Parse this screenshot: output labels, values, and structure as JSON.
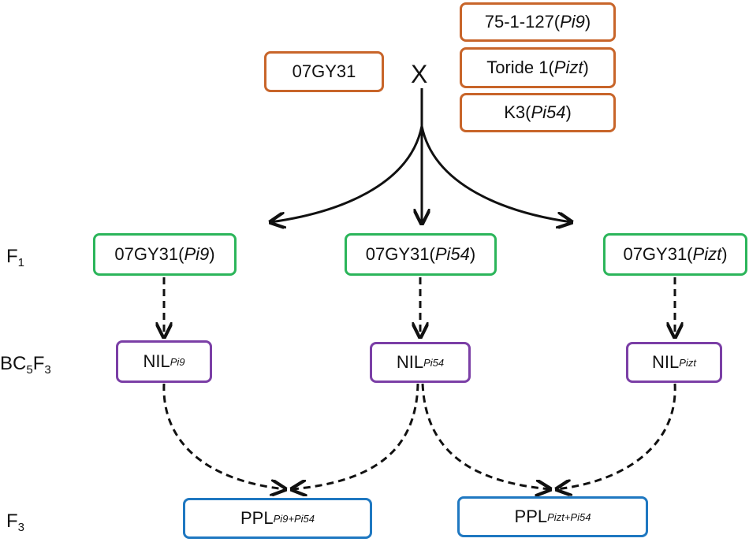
{
  "cross": {
    "recurrent_parent": "07GY31",
    "symbol": "X",
    "donors": [
      {
        "name": "75-1-127(",
        "gene": "Pi9",
        "close": ")"
      },
      {
        "name": "Toride 1(",
        "gene": "Pizt",
        "close": ")"
      },
      {
        "name": "K3(",
        "gene": "Pi54",
        "close": ")"
      }
    ]
  },
  "generations": {
    "f1": {
      "base": "F",
      "sub": "1"
    },
    "bc5f3": {
      "p1": "BC",
      "s1": "5",
      "p2": "F",
      "s2": "3"
    },
    "f3": {
      "base": "F",
      "sub": "3"
    }
  },
  "f1_lines": [
    {
      "prefix": "07GY31(",
      "gene": "Pi9",
      "suffix": ")"
    },
    {
      "prefix": "07GY31(",
      "gene": "Pi54",
      "suffix": ")"
    },
    {
      "prefix": "07GY31(",
      "gene": "Pizt",
      "suffix": ")"
    }
  ],
  "nils": [
    {
      "base": "NIL",
      "gene": "Pi9"
    },
    {
      "base": "NIL",
      "gene": "Pi54"
    },
    {
      "base": "NIL",
      "gene": "Pizt"
    }
  ],
  "pyramids": [
    {
      "base": "PPL",
      "genes": "Pi9+Pi54"
    },
    {
      "base": "PPL",
      "genes": "Pizt+Pi54"
    }
  ],
  "colors": {
    "parent_border": "#c8652a",
    "f1_border": "#2bb55a",
    "nil_border": "#7b3fa6",
    "pyramid_border": "#1f78c1",
    "arrow": "#111111"
  }
}
